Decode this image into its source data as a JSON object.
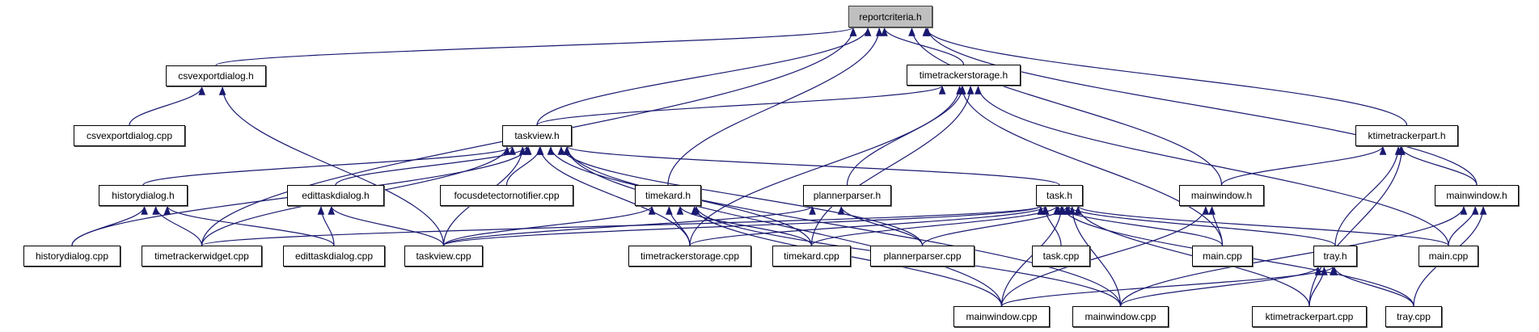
{
  "graph": {
    "type": "include-dependency-graph",
    "root": "reportcriteria.h",
    "edge_color": "#191970",
    "root_fill": "#bfbfbf",
    "nodes": [
      {
        "id": "reportcriteria_h",
        "label": "reportcriteria.h",
        "root": true
      },
      {
        "id": "csvexportdialog_h",
        "label": "csvexportdialog.h"
      },
      {
        "id": "timetrackerstorage_h",
        "label": "timetrackerstorage.h"
      },
      {
        "id": "csvexportdialog_cpp",
        "label": "csvexportdialog.cpp"
      },
      {
        "id": "taskview_h",
        "label": "taskview.h"
      },
      {
        "id": "ktimetrackerpart_h",
        "label": "ktimetrackerpart.h"
      },
      {
        "id": "historydialog_h",
        "label": "historydialog.h"
      },
      {
        "id": "edittaskdialog_h",
        "label": "edittaskdialog.h"
      },
      {
        "id": "focusdetectornotifier_cpp",
        "label": "focusdetectornotifier.cpp"
      },
      {
        "id": "timekard_h",
        "label": "timekard.h"
      },
      {
        "id": "plannerparser_h",
        "label": "plannerparser.h"
      },
      {
        "id": "task_h",
        "label": "task.h"
      },
      {
        "id": "mainwindow_h_1",
        "label": "mainwindow.h"
      },
      {
        "id": "mainwindow_h_2",
        "label": "mainwindow.h"
      },
      {
        "id": "historydialog_cpp",
        "label": "historydialog.cpp"
      },
      {
        "id": "timetrackerwidget_cpp",
        "label": "timetrackerwidget.cpp"
      },
      {
        "id": "edittaskdialog_cpp",
        "label": "edittaskdialog.cpp"
      },
      {
        "id": "taskview_cpp",
        "label": "taskview.cpp"
      },
      {
        "id": "timetrackerstorage_cpp",
        "label": "timetrackerstorage.cpp"
      },
      {
        "id": "timekard_cpp",
        "label": "timekard.cpp"
      },
      {
        "id": "plannerparser_cpp",
        "label": "plannerparser.cpp"
      },
      {
        "id": "task_cpp",
        "label": "task.cpp"
      },
      {
        "id": "main_cpp_1",
        "label": "main.cpp"
      },
      {
        "id": "tray_h",
        "label": "tray.h"
      },
      {
        "id": "main_cpp_2",
        "label": "main.cpp"
      },
      {
        "id": "mainwindow_cpp_1",
        "label": "mainwindow.cpp"
      },
      {
        "id": "mainwindow_cpp_2",
        "label": "mainwindow.cpp"
      },
      {
        "id": "ktimetrackerpart_cpp",
        "label": "ktimetrackerpart.cpp"
      },
      {
        "id": "tray_cpp",
        "label": "tray.cpp"
      }
    ],
    "edges": [
      {
        "from": "csvexportdialog_h",
        "to": "reportcriteria_h"
      },
      {
        "from": "timetrackerstorage_h",
        "to": "reportcriteria_h"
      },
      {
        "from": "taskview_h",
        "to": "reportcriteria_h"
      },
      {
        "from": "timekard_h",
        "to": "reportcriteria_h"
      },
      {
        "from": "mainwindow_h_1",
        "to": "reportcriteria_h"
      },
      {
        "from": "ktimetrackerpart_h",
        "to": "reportcriteria_h"
      },
      {
        "from": "mainwindow_h_2",
        "to": "reportcriteria_h"
      },
      {
        "from": "timetrackerwidget_cpp",
        "to": "reportcriteria_h"
      },
      {
        "from": "csvexportdialog_cpp",
        "to": "csvexportdialog_h"
      },
      {
        "from": "taskview_cpp",
        "to": "csvexportdialog_h"
      },
      {
        "from": "taskview_h",
        "to": "timetrackerstorage_h"
      },
      {
        "from": "plannerparser_h",
        "to": "timetrackerstorage_h"
      },
      {
        "from": "timetrackerstorage_cpp",
        "to": "timetrackerstorage_h"
      },
      {
        "from": "timekard_cpp",
        "to": "timetrackerstorage_h"
      },
      {
        "from": "main_cpp_1",
        "to": "timetrackerstorage_h"
      },
      {
        "from": "main_cpp_2",
        "to": "timetrackerstorage_h"
      },
      {
        "from": "historydialog_h",
        "to": "taskview_h"
      },
      {
        "from": "edittaskdialog_h",
        "to": "taskview_h"
      },
      {
        "from": "focusdetectornotifier_cpp",
        "to": "taskview_h"
      },
      {
        "from": "task_h",
        "to": "taskview_h"
      },
      {
        "from": "historydialog_cpp",
        "to": "taskview_h"
      },
      {
        "from": "timetrackerwidget_cpp",
        "to": "taskview_h"
      },
      {
        "from": "taskview_cpp",
        "to": "taskview_h"
      },
      {
        "from": "timetrackerstorage_cpp",
        "to": "taskview_h"
      },
      {
        "from": "timekard_cpp",
        "to": "taskview_h"
      },
      {
        "from": "plannerparser_cpp",
        "to": "taskview_h"
      },
      {
        "from": "mainwindow_cpp_1",
        "to": "taskview_h"
      },
      {
        "from": "mainwindow_cpp_2",
        "to": "taskview_h"
      },
      {
        "from": "mainwindow_h_1",
        "to": "ktimetrackerpart_h"
      },
      {
        "from": "mainwindow_h_2",
        "to": "ktimetrackerpart_h"
      },
      {
        "from": "tray_h",
        "to": "ktimetrackerpart_h"
      },
      {
        "from": "ktimetrackerpart_cpp",
        "to": "ktimetrackerpart_h"
      },
      {
        "from": "historydialog_cpp",
        "to": "historydialog_h"
      },
      {
        "from": "timetrackerwidget_cpp",
        "to": "historydialog_h"
      },
      {
        "from": "edittaskdialog_cpp",
        "to": "historydialog_h"
      },
      {
        "from": "edittaskdialog_cpp",
        "to": "edittaskdialog_h"
      },
      {
        "from": "taskview_cpp",
        "to": "edittaskdialog_h"
      },
      {
        "from": "taskview_cpp",
        "to": "timekard_h"
      },
      {
        "from": "timetrackerstorage_cpp",
        "to": "timekard_h"
      },
      {
        "from": "timekard_cpp",
        "to": "timekard_h"
      },
      {
        "from": "mainwindow_cpp_1",
        "to": "timekard_h"
      },
      {
        "from": "mainwindow_cpp_2",
        "to": "timekard_h"
      },
      {
        "from": "taskview_cpp",
        "to": "plannerparser_h"
      },
      {
        "from": "plannerparser_cpp",
        "to": "plannerparser_h"
      },
      {
        "from": "timetrackerwidget_cpp",
        "to": "task_h"
      },
      {
        "from": "taskview_cpp",
        "to": "task_h"
      },
      {
        "from": "timetrackerstorage_cpp",
        "to": "task_h"
      },
      {
        "from": "timekard_cpp",
        "to": "task_h"
      },
      {
        "from": "plannerparser_cpp",
        "to": "task_h"
      },
      {
        "from": "task_cpp",
        "to": "task_h"
      },
      {
        "from": "main_cpp_1",
        "to": "task_h"
      },
      {
        "from": "tray_h",
        "to": "task_h"
      },
      {
        "from": "main_cpp_2",
        "to": "task_h"
      },
      {
        "from": "mainwindow_cpp_1",
        "to": "task_h"
      },
      {
        "from": "mainwindow_cpp_2",
        "to": "task_h"
      },
      {
        "from": "ktimetrackerpart_cpp",
        "to": "task_h"
      },
      {
        "from": "tray_cpp",
        "to": "task_h"
      },
      {
        "from": "main_cpp_1",
        "to": "mainwindow_h_1"
      },
      {
        "from": "mainwindow_cpp_1",
        "to": "mainwindow_h_1"
      },
      {
        "from": "main_cpp_2",
        "to": "mainwindow_h_2"
      },
      {
        "from": "mainwindow_cpp_2",
        "to": "mainwindow_h_2"
      },
      {
        "from": "tray_cpp",
        "to": "mainwindow_h_2"
      },
      {
        "from": "mainwindow_cpp_1",
        "to": "tray_h"
      },
      {
        "from": "mainwindow_cpp_2",
        "to": "tray_h"
      },
      {
        "from": "ktimetrackerpart_cpp",
        "to": "tray_h"
      },
      {
        "from": "tray_cpp",
        "to": "tray_h"
      }
    ]
  }
}
